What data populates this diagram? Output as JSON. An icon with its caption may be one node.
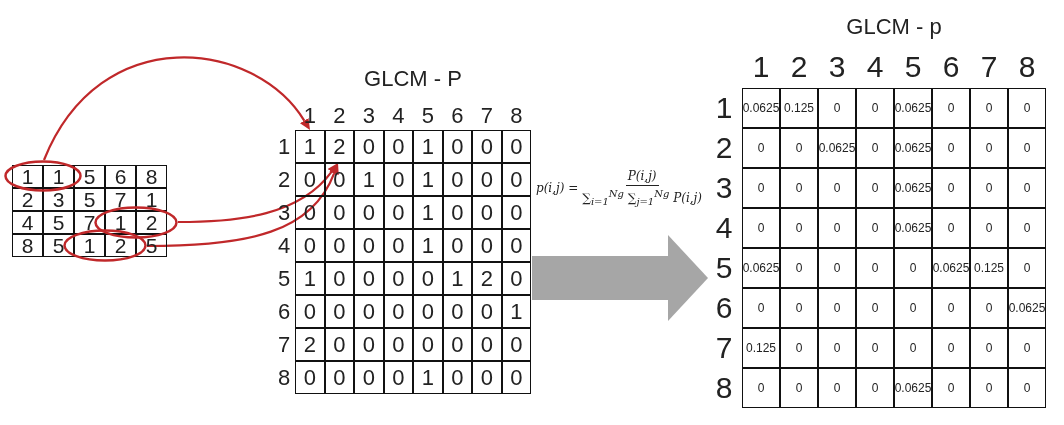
{
  "diagram": {
    "nodes": [
      {
        "text": [],
        "shape": "ellipse"
      },
      {
        "text": [],
        "shape": "ellipse"
      },
      {
        "text": [],
        "shape": "ellipse"
      },
      {
        "text": [
          "1"
        ],
        "in": 5
      },
      {
        "text": [
          "2"
        ],
        "in": 5
      },
      {
        "text": [
          "GLCM - P"
        ]
      },
      {
        "text": [
          "GLCM - p"
        ]
      }
    ],
    "edges": [
      {
        "from": 0,
        "to": 3,
        "arrow": "to"
      },
      {
        "from": 1,
        "to": 4,
        "arrow": "to"
      },
      {
        "from": 2,
        "to": 4,
        "arrow": "to"
      },
      {
        "from": 5,
        "to": 6,
        "arrow": "to",
        "style": "thick",
        "color": "#a6a6a6"
      }
    ],
    "labels": [
      "1",
      "1",
      "5",
      "6",
      "8",
      "2",
      "3",
      "5",
      "7",
      "1",
      "4",
      "5",
      "7",
      "1",
      "2",
      "8",
      "5",
      "1",
      "2",
      "5",
      "1",
      "2",
      "3",
      "4",
      "5",
      "6",
      "7",
      "8",
      "1",
      "0",
      "0",
      "1",
      "0",
      "0",
      "0",
      "2",
      "0",
      "0",
      "1",
      "0",
      "1",
      "0",
      "0",
      "0",
      "3",
      "0",
      "0",
      "0",
      "0",
      "1",
      "0",
      "0",
      "0",
      "4",
      "0",
      "0",
      "0",
      "0",
      "1",
      "0",
      "0",
      "0",
      "5",
      "1",
      "0",
      "0",
      "0",
      "0",
      "1",
      "2",
      "0",
      "6",
      "0",
      "0",
      "0",
      "0",
      "0",
      "0",
      "0",
      "1",
      "7",
      "2",
      "0",
      "0",
      "0",
      "0",
      "0",
      "0",
      "0",
      "8",
      "0",
      "0",
      "0",
      "0",
      "1",
      "0",
      "0",
      "0",
      "p(i,j) =",
      "P(i,j)",
      "∑$_{i=1}$$^{Ng}$ ∑$_{j=1}$$^{Ng}$ P(i,j)",
      "1",
      "2",
      "3",
      "4",
      "5",
      "6",
      "7",
      "8",
      "1",
      "0.0625",
      "0.125",
      "0",
      "0",
      "0.0625",
      "0",
      "0",
      "0",
      "2",
      "0",
      "0",
      "0.0625",
      "0",
      "0.0625",
      "0",
      "0",
      "0",
      "3",
      "0",
      "0",
      "0",
      "0",
      "0.0625",
      "0",
      "0",
      "0",
      "4",
      "0",
      "0",
      "0",
      "0",
      "0.0625",
      "0",
      "0",
      "0",
      "5",
      "0.0625",
      "0",
      "0",
      "0",
      "0",
      "0.0625",
      "0.125",
      "0",
      "6",
      "0",
      "0",
      "0",
      "0",
      "0",
      "0",
      "0",
      "0.0625",
      "7",
      "0.125",
      "0",
      "0",
      "0",
      "0",
      "0",
      "0",
      "0",
      "8",
      "0",
      "0",
      "0",
      "0",
      "0.0625",
      "0",
      "0",
      "0"
    ]
  }
}
